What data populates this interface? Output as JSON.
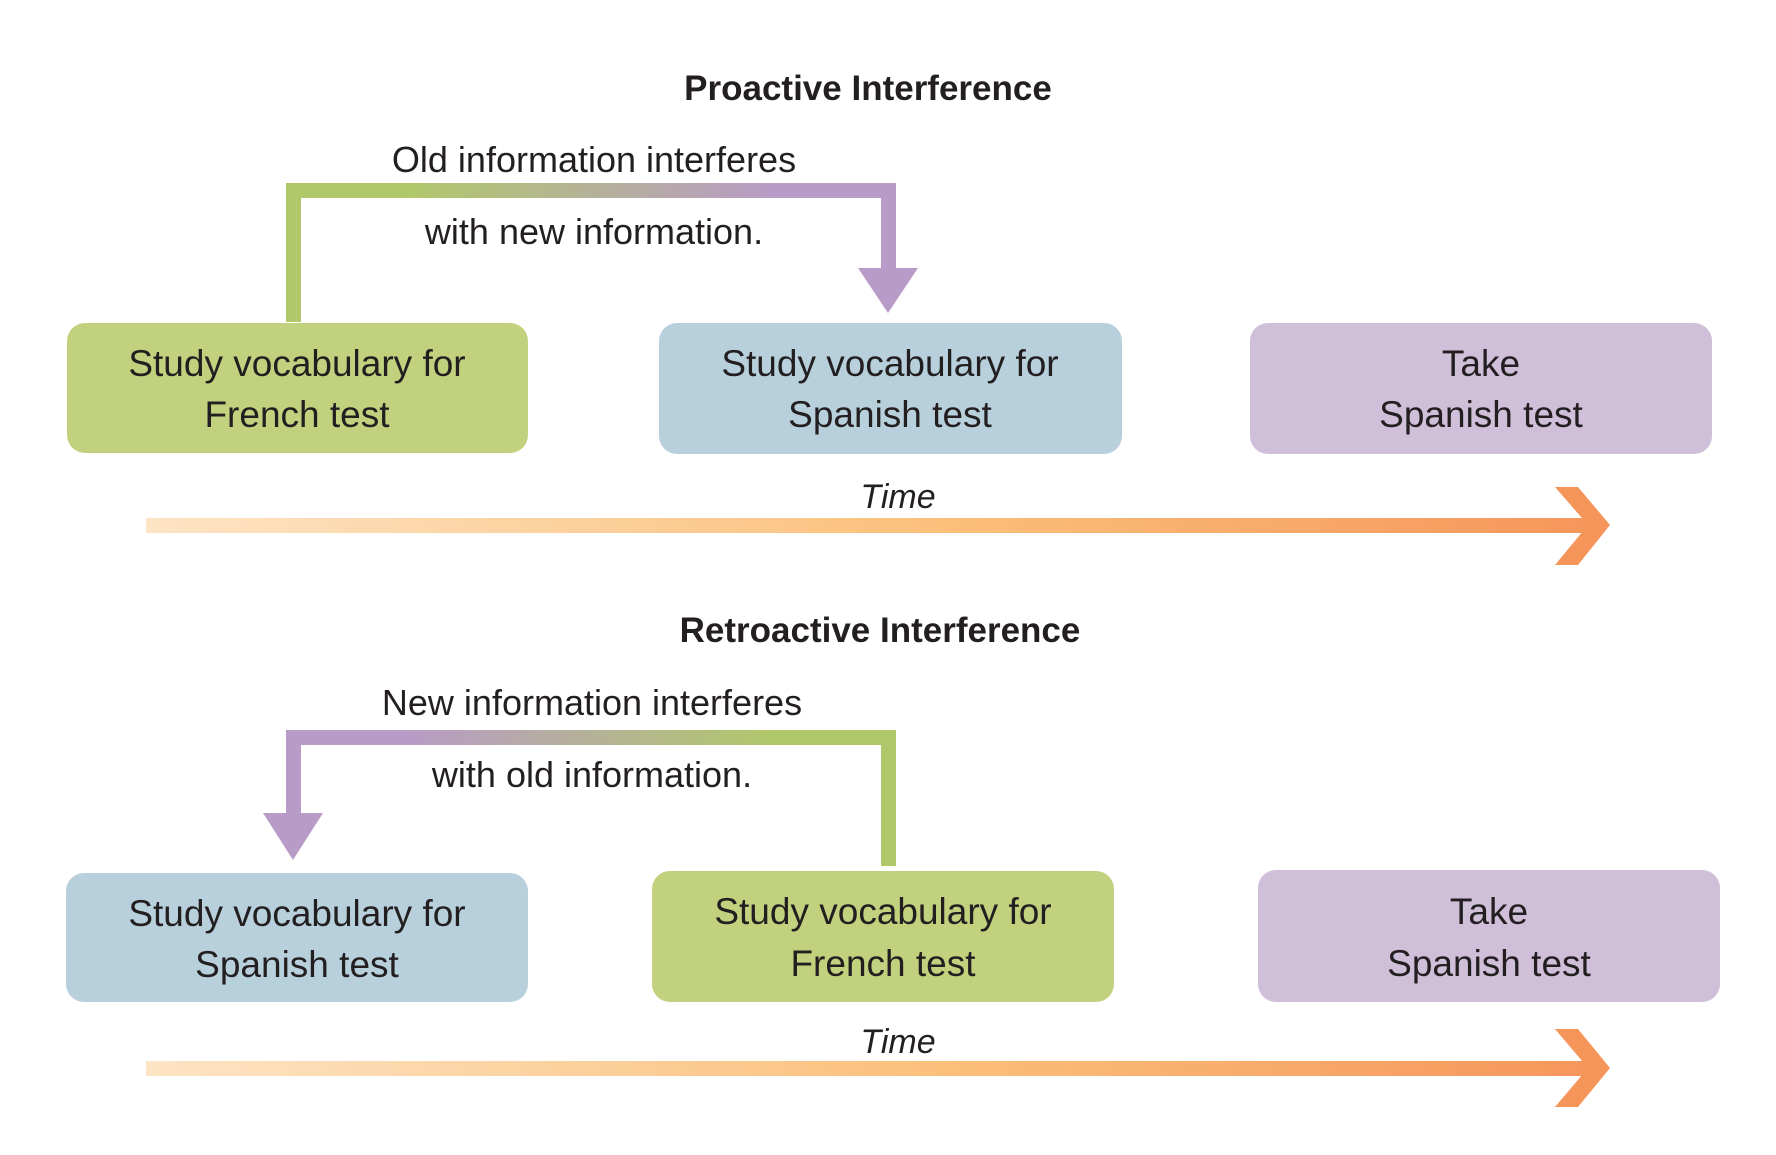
{
  "colors": {
    "green": "#c1d17e",
    "blue": "#b8d0dc",
    "purple": "#d0bfd9",
    "connector_green": "#b1c86a",
    "connector_purple": "#b89bc6",
    "time_start": "#fde4c4",
    "time_mid": "#fbbf7a",
    "time_end": "#f5955a",
    "text": "#231f20"
  },
  "panels": [
    {
      "id": "proactive",
      "title": "Proactive Interference",
      "caption_line1": "Old information interferes",
      "caption_line2": "with new information.",
      "connector_direction": "first-to-second",
      "boxes": [
        {
          "line1": "Study vocabulary for",
          "line2": "French test",
          "color": "green"
        },
        {
          "line1": "Study vocabulary for",
          "line2": "Spanish test",
          "color": "blue"
        },
        {
          "line1": "Take",
          "line2": "Spanish test",
          "color": "purple"
        }
      ],
      "time_label": "Time"
    },
    {
      "id": "retroactive",
      "title": "Retroactive Interference",
      "caption_line1": "New information interferes",
      "caption_line2": "with old information.",
      "connector_direction": "second-to-first",
      "boxes": [
        {
          "line1": "Study vocabulary for",
          "line2": "Spanish test",
          "color": "blue"
        },
        {
          "line1": "Study vocabulary for",
          "line2": "French test",
          "color": "green"
        },
        {
          "line1": "Take",
          "line2": "Spanish test",
          "color": "purple"
        }
      ],
      "time_label": "Time"
    }
  ]
}
